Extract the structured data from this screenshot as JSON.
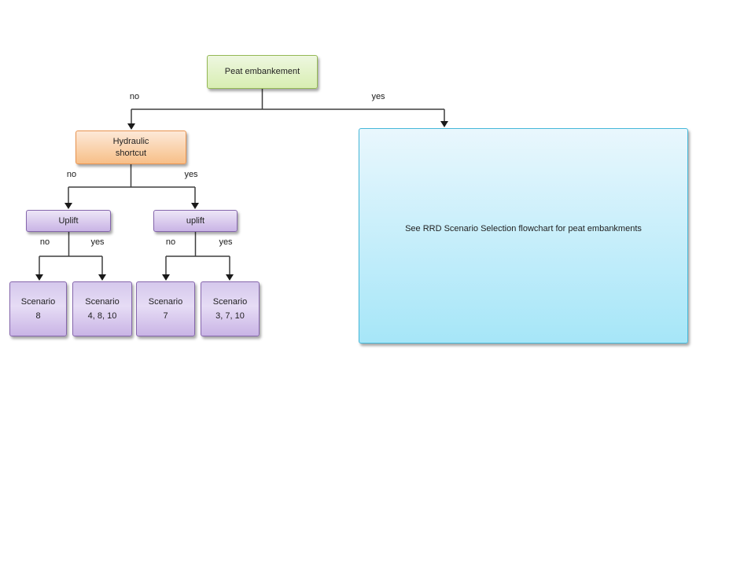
{
  "diagram": {
    "nodes": {
      "peat_embankment": {
        "label": "Peat embankement"
      },
      "hydraulic_shortcut": {
        "lines": [
          "Hydraulic",
          "shortcut"
        ]
      },
      "uplift_left": {
        "label": "Uplift"
      },
      "uplift_right": {
        "label": "uplift"
      },
      "scenario_8": {
        "lines": [
          "Scenario",
          "8"
        ]
      },
      "scenario_4_8_10": {
        "lines": [
          "Scenario",
          "4, 8, 10"
        ]
      },
      "scenario_7": {
        "lines": [
          "Scenario",
          "7"
        ]
      },
      "scenario_3_7_10": {
        "lines": [
          "Scenario",
          "3, 7, 10"
        ]
      },
      "see_rrd": {
        "label": "See RRD Scenario Selection flowchart for peat embankments"
      }
    },
    "edge_labels": {
      "peat_no": "no",
      "peat_yes": "yes",
      "hydraulic_no": "no",
      "hydraulic_yes": "yes",
      "uplift_left_no": "no",
      "uplift_left_yes": "yes",
      "uplift_right_no": "no",
      "uplift_right_yes": "yes"
    },
    "colors": {
      "green_fill_top": "#eef7e0",
      "green_fill_bottom": "#d8eeb2",
      "green_border": "#94b855",
      "orange_fill_top": "#fde9d8",
      "orange_fill_bottom": "#f7bf88",
      "orange_border": "#e8934f",
      "purple_fill_top": "#ede6f7",
      "purple_fill_bottom": "#c9b4e5",
      "purple_border": "#8566ac",
      "cyan_fill_top": "#e9f7fd",
      "cyan_fill_bottom": "#a6e6f8",
      "cyan_border": "#46b8d9",
      "connector_line": "#3f3f3f",
      "arrowhead": "#1a1a1a",
      "text": "#1f1f1f"
    }
  }
}
